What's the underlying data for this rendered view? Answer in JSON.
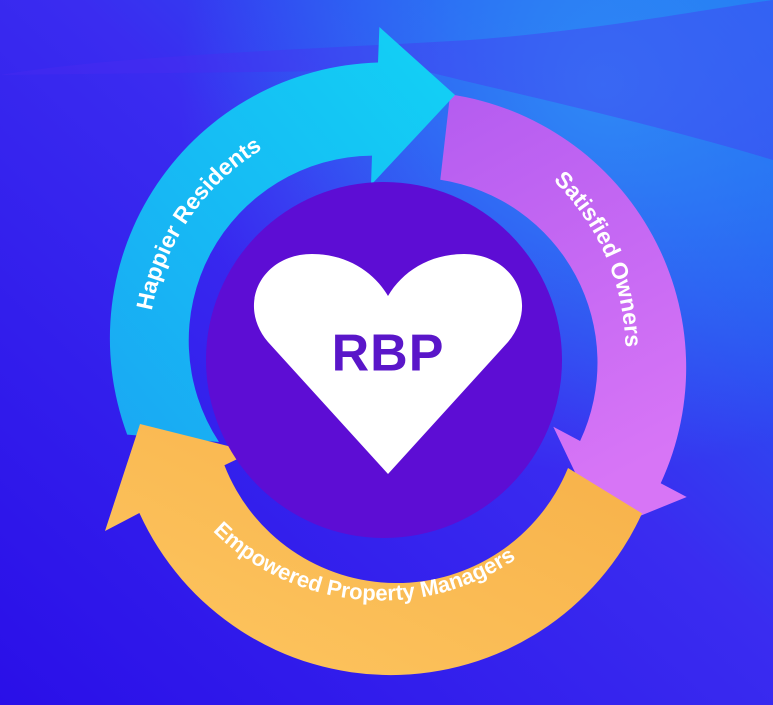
{
  "diagram": {
    "center": {
      "label": "RBP",
      "icon": "heart-icon"
    },
    "stages": [
      {
        "label": "Happier Residents",
        "color": "#18c6f2"
      },
      {
        "label": "Satisfied Owners",
        "color": "#c765f2"
      },
      {
        "label": "Empowered Property Managers",
        "color": "#fbbd55"
      }
    ],
    "colors": {
      "background": "#3d1af0",
      "inner_circle": "#5d0dd4",
      "heart": "#ffffff",
      "center_text": "#5a16c9"
    }
  }
}
